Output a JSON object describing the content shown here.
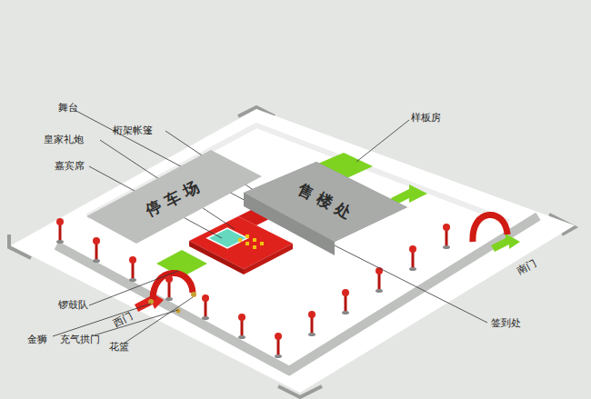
{
  "diagram": {
    "nodes": [
      {
        "text": [
          "停车场"
        ]
      },
      {
        "text": [
          "售楼处"
        ]
      }
    ],
    "labels": [
      "舞台",
      "桁架帐篷",
      "皇家礼炮",
      "嘉宾席",
      "样板房",
      "锣鼓队",
      "西门",
      "金狮",
      "充气拱门",
      "花篮",
      "南门",
      "签到处"
    ]
  }
}
